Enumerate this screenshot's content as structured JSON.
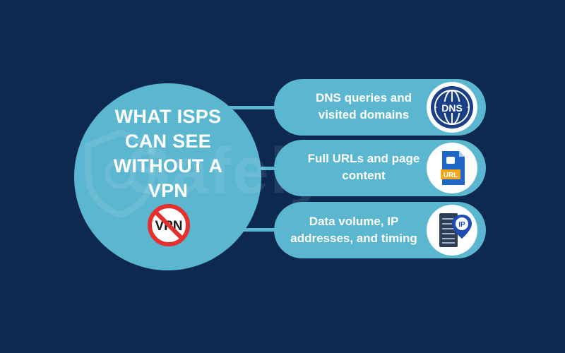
{
  "title": "WHAT ISPS CAN SEE WITHOUT A VPN",
  "watermark": "Safely",
  "no_vpn_label": "VPN",
  "items": [
    {
      "label": "DNS queries and visited domains",
      "icon": "dns-globe-icon",
      "icon_text": "DNS"
    },
    {
      "label": "Full URLs and page content",
      "icon": "url-file-icon",
      "icon_text": "URL"
    },
    {
      "label": "Data volume, IP addresses, and timing",
      "icon": "server-ip-icon",
      "icon_text": "IP"
    }
  ],
  "colors": {
    "background": "#0d2950",
    "accent": "#5bb6d0",
    "icon_navy": "#1b3f86",
    "prohibit_red": "#e63030"
  }
}
